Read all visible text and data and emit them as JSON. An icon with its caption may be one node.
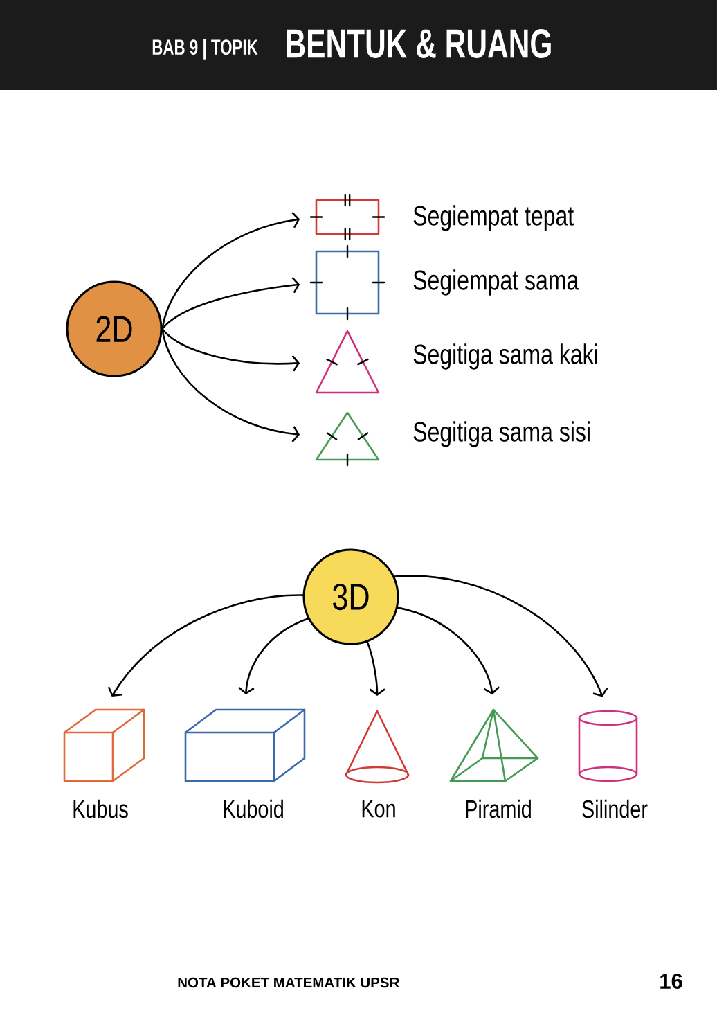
{
  "diagram": {
    "nodes": [
      {
        "text": [
          "BAB 9 | TOPIK",
          "BENTUK & RUANG"
        ]
      },
      {
        "text": [
          "2D"
        ]
      },
      {
        "text": [],
        "shape": "box",
        "beside": [
          "Segiempat tepat"
        ]
      },
      {
        "text": [],
        "shape": "box",
        "beside": [
          "Segiempat sama"
        ]
      },
      {
        "text": [],
        "shape": "triangle",
        "beside": [
          "Segitiga sama kaki"
        ]
      },
      {
        "text": [],
        "shape": "triangle",
        "beside": [
          "Segitiga sama sisi"
        ]
      },
      {
        "text": [
          "3D"
        ]
      },
      {
        "text": [],
        "shape": "cube",
        "beside": [
          "Kubus"
        ]
      },
      {
        "text": [],
        "shape": "cuboid",
        "beside": [
          "Kuboid"
        ]
      },
      {
        "text": [],
        "shape": "cone",
        "beside": [
          "Kon"
        ]
      },
      {
        "text": [],
        "shape": "pyramid",
        "beside": [
          "Piramid"
        ]
      },
      {
        "text": [],
        "shape": "cylinder",
        "beside": [
          "Silinder"
        ]
      }
    ],
    "edges": [
      {
        "from": 1,
        "to": 2,
        "arrow": "to"
      },
      {
        "from": 1,
        "to": 3,
        "arrow": "to"
      },
      {
        "from": 1,
        "to": 4,
        "arrow": "to"
      },
      {
        "from": 1,
        "to": 5,
        "arrow": "to"
      },
      {
        "from": 6,
        "to": 7,
        "arrow": "to"
      },
      {
        "from": 6,
        "to": 8,
        "arrow": "to"
      },
      {
        "from": 6,
        "to": 9,
        "arrow": "to"
      },
      {
        "from": 6,
        "to": 10,
        "arrow": "to"
      },
      {
        "from": 6,
        "to": 11,
        "arrow": "to"
      }
    ],
    "labels": [
      "NOTA POKET MATEMATIK UPSR",
      "16"
    ]
  }
}
